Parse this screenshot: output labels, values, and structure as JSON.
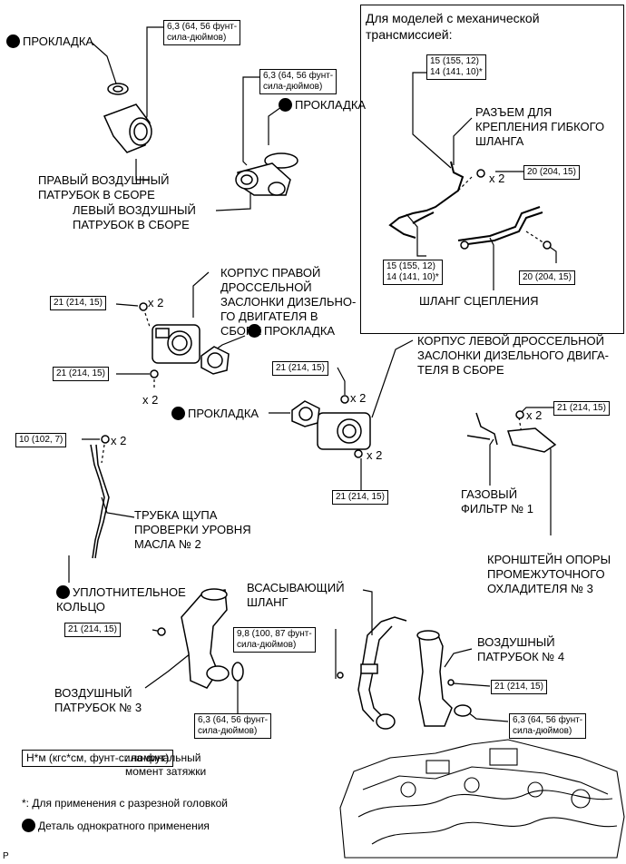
{
  "inset_title": "Для моделей с механической\nтрансмиссией:",
  "labels": {
    "gasket1": "ПРОКЛАДКА",
    "gasket2": "ПРОКЛАДКА",
    "gasket3": "ПРОКЛАДКА",
    "gasket4": "ПРОКЛАДКА",
    "right_duct": "ПРАВЫЙ ВОЗДУШНЫЙ\nПАТРУБОК В СБОРЕ",
    "left_duct": "ЛЕВЫЙ ВОЗДУШНЫЙ\nПАТРУБОК В СБОРЕ",
    "right_throttle": "КОРПУС ПРАВОЙ\nДРОССЕЛЬНОЙ\nЗАСЛОНКИ ДИЗЕЛЬНО-\nГО ДВИГАТЕЛЯ В\nСБОРЕ",
    "left_throttle": "КОРПУС ЛЕВОЙ ДРОССЕЛЬНОЙ\nЗАСЛОНКИ ДИЗЕЛЬНОГО ДВИГА-\nТЕЛЯ В СБОРЕ",
    "connector": "РАЗЪЕМ ДЛЯ\nКРЕПЛЕНИЯ ГИБКОГО\nШЛАНГА",
    "clutch_hose": "ШЛАНГ СЦЕПЛЕНИЯ",
    "gas_filter": "ГАЗОВЫЙ\nФИЛЬТР № 1",
    "bracket": "КРОНШТЕЙН ОПОРЫ\nПРОМЕЖУТОЧНОГО\nОХЛАДИТЕЛЯ № 3",
    "dipstick": "ТРУБКА ЩУПА\nПРОВЕРКИ УРОВНЯ\nМАСЛА № 2",
    "oring": "УПЛОТНИТЕЛЬНОЕ\nКОЛЬЦО",
    "intake_hose": "ВСАСЫВАЮЩИЙ\nШЛАНГ",
    "duct4": "ВОЗДУШНЫЙ\nПАТРУБОК № 4",
    "duct3": "ВОЗДУШНЫЙ\nПАТРУБОК № 3"
  },
  "torques": {
    "t1": "6,3 (64, 56 фунт-\nсила-дюймов)",
    "t2": "6,3 (64, 56 фунт-\nсила-дюймов)",
    "t3": "15 (155, 12)\n14 (141, 10)*",
    "t4": "20 (204, 15)",
    "t5": "15 (155, 12)\n14 (141, 10)*",
    "t6": "20 (204, 15)",
    "t7": "21 (214, 15)",
    "t8": "21 (214, 15)",
    "t9": "21 (214, 15)",
    "t10": "21 (214, 15)",
    "t11": "21 (214, 15)",
    "t12": "10 (102, 7)",
    "t13": "21 (214, 15)",
    "t14": "9,8 (100, 87 фунт-\nсила-дюймов)",
    "t15": "21 (214, 15)",
    "t16": "6,3 (64, 56 фунт-\nсила-дюймов)",
    "t17": "6,3 (64, 56 фунт-\nсила-дюймов)"
  },
  "multiplier": "x 2",
  "legend": {
    "unit_box": "Н*м (кгс*см,\nфунт-сила-фут)",
    "unit_desc": ": номинальный\nмомент затяжки",
    "asterisk_note": "*: Для применения с разрезной головкой",
    "single_use": "Деталь однократного применения"
  },
  "corner_mark": "P"
}
